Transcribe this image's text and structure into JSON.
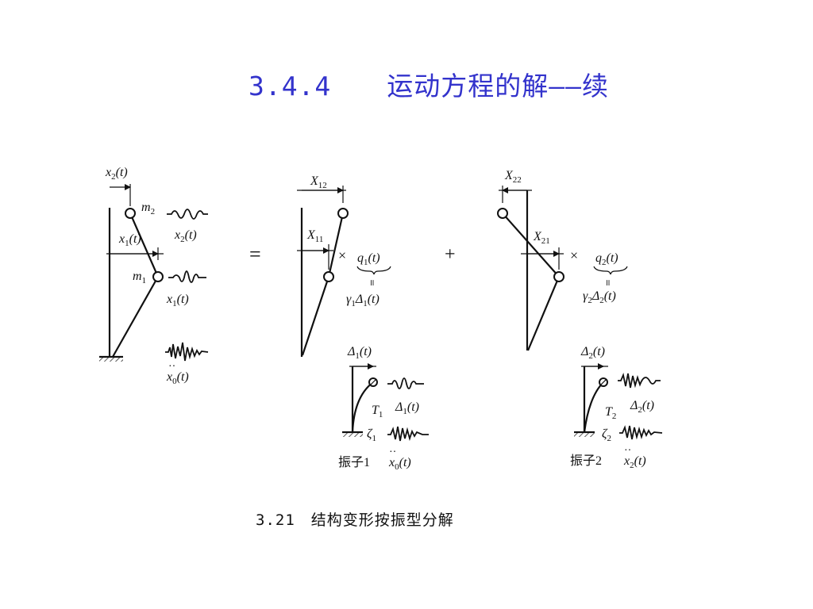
{
  "title": {
    "number": "3.4.4",
    "text": "运动方程的解——续"
  },
  "caption": "3.21　结构变形按振型分解",
  "left_frame": {
    "x2": "x",
    "x2_sub": "2",
    "x2_arg": "(t)",
    "m2": "m",
    "m2_sub": "2",
    "x1": "x",
    "x1_sub": "1",
    "x1_arg": "(t)",
    "m1": "m",
    "m1_sub": "1",
    "resp2": "x",
    "resp2_sub": "2",
    "resp2_arg": "(t)",
    "resp1": "x",
    "resp1_sub": "1",
    "resp1_arg": "(t)",
    "ground": "x",
    "ground_sub": "0",
    "ground_arg": "(t)"
  },
  "equals_sign": "=",
  "plus_sign": "+",
  "times_sign": "×",
  "mode1": {
    "X12": "X",
    "X12_sub": "12",
    "X11": "X",
    "X11_sub": "11",
    "q": "q",
    "q_sub": "1",
    "q_arg": "(t)",
    "eq": "॥",
    "gamma": "γ",
    "gamma_sub": "1",
    "delta": "Δ",
    "delta_sub": "1",
    "delta_arg": "(t)"
  },
  "mode2": {
    "X22": "X",
    "X22_sub": "22",
    "X21": "X",
    "X21_sub": "21",
    "q": "q",
    "q_sub": "2",
    "q_arg": "(t)",
    "eq": "॥",
    "gamma": "γ",
    "gamma_sub": "2",
    "delta": "Δ",
    "delta_sub": "2",
    "delta_arg": "(t)"
  },
  "osc1": {
    "top_delta": "Δ",
    "top_delta_sub": "1",
    "top_delta_arg": "(t)",
    "T": "T",
    "T_sub": "1",
    "resp": "Δ",
    "resp_sub": "1",
    "resp_arg": "(t)",
    "zeta": "ζ",
    "zeta_sub": "1",
    "label": "振子1",
    "ground": "x",
    "ground_sub": "0",
    "ground_arg": "(t)"
  },
  "osc2": {
    "top_delta": "Δ",
    "top_delta_sub": "2",
    "top_delta_arg": "(t)",
    "T": "T",
    "T_sub": "2",
    "resp": "Δ",
    "resp_sub": "2",
    "resp_arg": "(t)",
    "zeta": "ζ",
    "zeta_sub": "2",
    "label": "振子2",
    "ground": "x",
    "ground_sub": "2",
    "ground_arg": "(t)"
  }
}
